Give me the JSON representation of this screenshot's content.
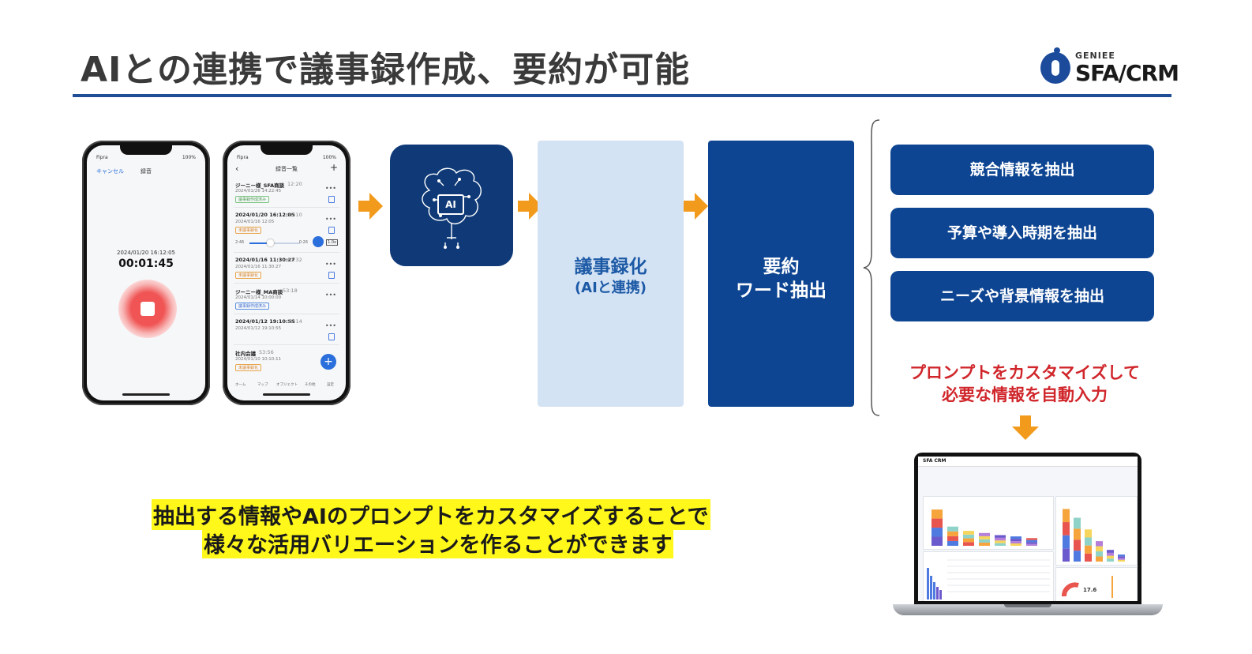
{
  "page": {
    "title": "AIとの連携で議事録作成、要約が可能"
  },
  "logo": {
    "small": "GENIEE",
    "large": "SFA/CRM"
  },
  "phone1": {
    "carrier": "Fipra",
    "battery": "100%",
    "cancel_label": "キャンセル",
    "screen_title": "録音",
    "rec_datetime": "2024/01/20 16:12:05",
    "elapsed": "00:01:45"
  },
  "phone2": {
    "screen_title": "録音一覧",
    "items": [
      {
        "name": "ジーニー様_SFA商談",
        "duration": "12:20",
        "date": "2024/01/26 14:22:45",
        "tag": "議事録作成済み"
      },
      {
        "name": "2024/01/20 16:12:05",
        "duration": "56:10",
        "date": "2024/01/16 12:05",
        "tag": "未議事録化"
      },
      {
        "name": "2024/01/16 11:30:27",
        "duration": "61:32",
        "date": "2024/01/16 11:30:27",
        "tag": "未議事録化"
      },
      {
        "name": "ジーニー様_MA商談",
        "duration": "53:18",
        "date": "2024/01/14 10:00:00",
        "tag": "議事録作成済み"
      },
      {
        "name": "2024/01/12 19:10:55",
        "duration": "50:14",
        "date": "2024/01/12 19:10:55",
        "tag": ""
      },
      {
        "name": "社内会議",
        "duration": "53:56",
        "date": "2024/01/10 10:10:11",
        "tag": "未議事録化"
      }
    ],
    "player": {
      "current": "2:46",
      "remaining": "0:26",
      "speed": "1.0x"
    },
    "tabs": [
      "ホーム",
      "マップ",
      "オブジェクト",
      "その他",
      "設定"
    ]
  },
  "ai_chip_label": "AI",
  "step_minutes": {
    "line1": "議事録化",
    "line2": "(AIと連携)"
  },
  "step_summary": {
    "line1": "要約",
    "line2": "ワード抽出"
  },
  "extract_items": [
    "競合情報を抽出",
    "予算や導入時期を抽出",
    "ニーズや背景情報を抽出"
  ],
  "prompt_note": {
    "line1": "プロンプトをカスタマイズして",
    "line2": "必要な情報を自動入力"
  },
  "bottom_message": {
    "line1": "抽出する情報やAIのプロンプトをカスタマイズすることで",
    "line2": "様々な活用バリエーションを作ることができます"
  },
  "laptop": {
    "app_name": "SFA CRM",
    "kpi_value": "17.6",
    "bar_values_left": [
      0.85,
      0.45,
      0.35,
      0.3,
      0.25,
      0.22,
      0.18
    ],
    "bar_values_right": [
      0.9,
      0.75,
      0.55,
      0.35,
      0.2,
      0.12
    ],
    "stack_colors": [
      "#6a5acd",
      "#4f7be0",
      "#e8554e",
      "#f6a43c",
      "#8fd3c8",
      "#f6d55c",
      "#b57fd9"
    ]
  },
  "colors": {
    "brand_blue": "#0e4592",
    "light_blue": "#d4e3f4",
    "accent_orange": "#f29a1c",
    "note_red": "#d0262b",
    "highlight_yellow": "#fff81a"
  }
}
